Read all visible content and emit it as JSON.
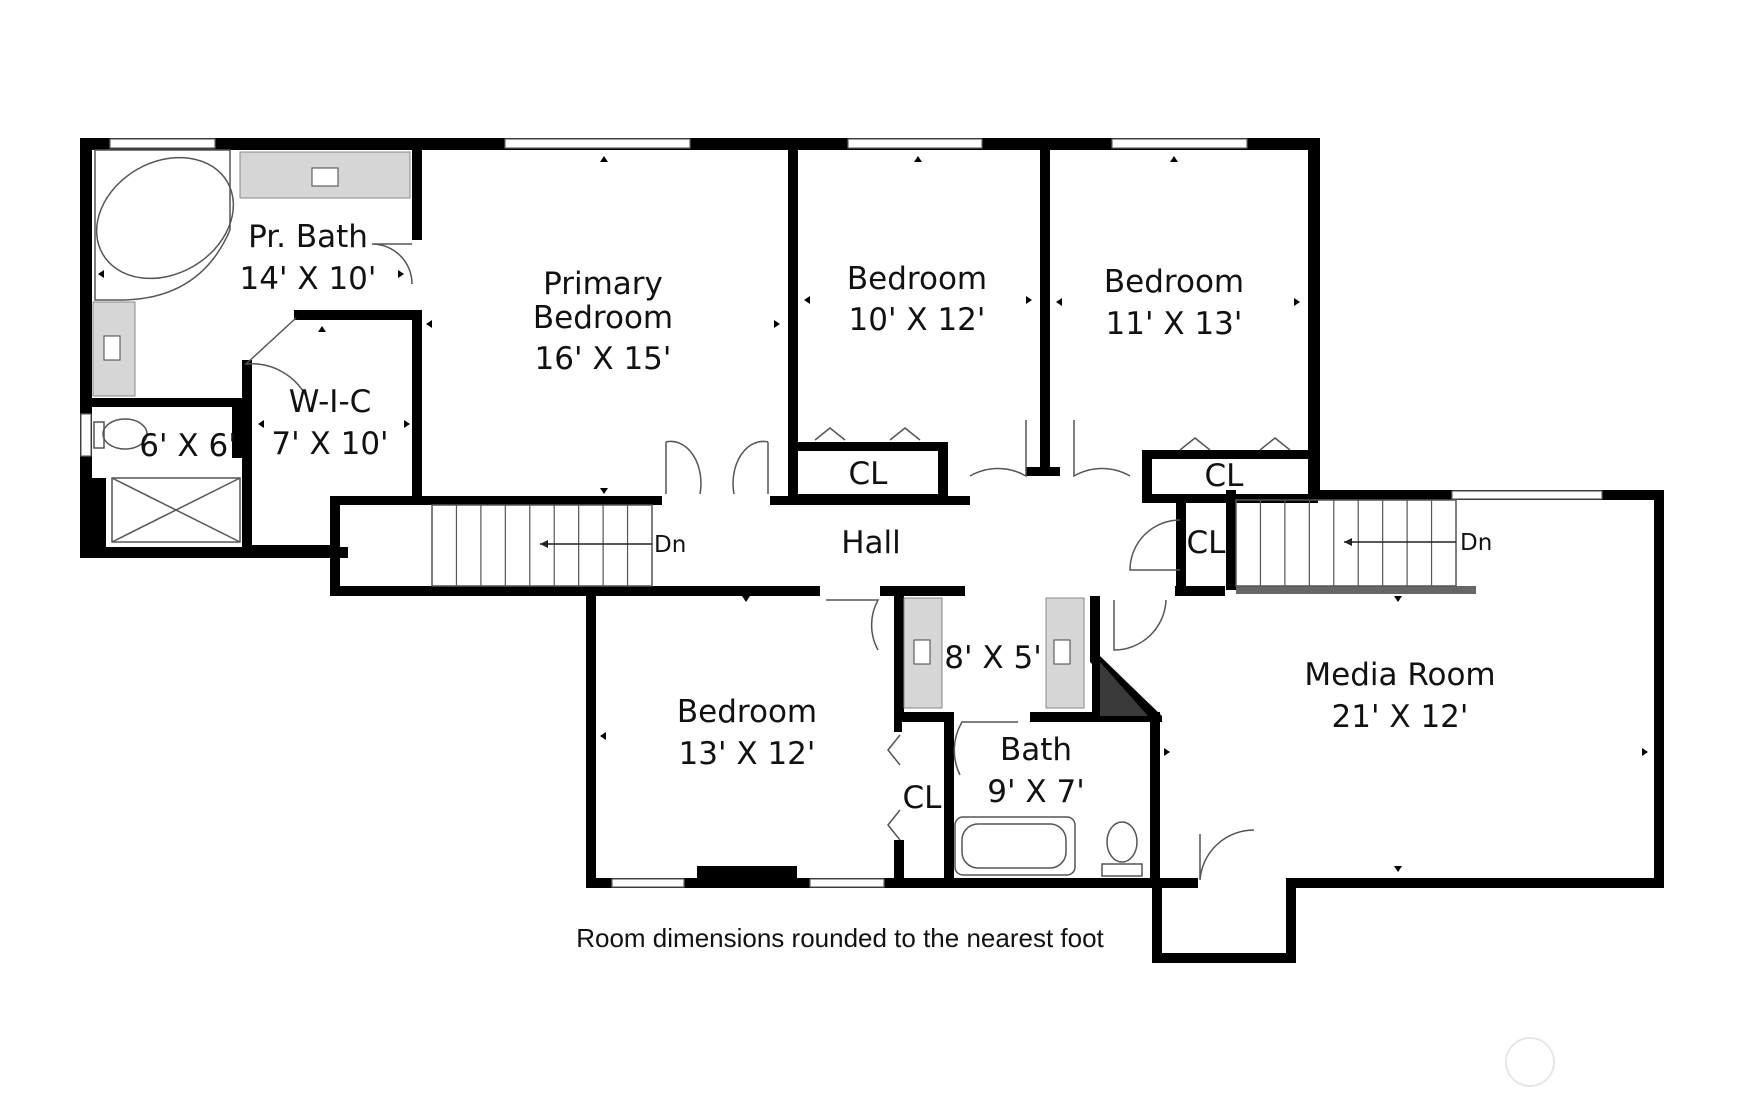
{
  "rooms": {
    "primary_bath": {
      "name": "Pr. Bath",
      "dims": "14' X 10'"
    },
    "primary_bedroom": {
      "name_line1": "Primary",
      "name_line2": "Bedroom",
      "dims": "16' X 15'"
    },
    "bedroom_2": {
      "name": "Bedroom",
      "dims": "10' X 12'"
    },
    "bedroom_3": {
      "name": "Bedroom",
      "dims": "11' X 13'"
    },
    "wic": {
      "name": "W-I-C",
      "dims": "7' X 10'"
    },
    "toilet_room": {
      "dims": "6' X 6'"
    },
    "hall": {
      "name": "Hall"
    },
    "bedroom_4": {
      "name": "Bedroom",
      "dims": "13' X 12'"
    },
    "vanity": {
      "dims": "8' X 5'"
    },
    "bath": {
      "name": "Bath",
      "dims": "9' X 7'"
    },
    "media_room": {
      "name": "Media Room",
      "dims": "21' X 12'"
    }
  },
  "closets": {
    "cl_bedroom2": "CL",
    "cl_bedroom3": "CL",
    "cl_hall": "CL",
    "cl_bedroom4": "CL"
  },
  "stairs": {
    "left": "Dn",
    "right": "Dn"
  },
  "footnote": "Room dimensions rounded to the nearest foot"
}
